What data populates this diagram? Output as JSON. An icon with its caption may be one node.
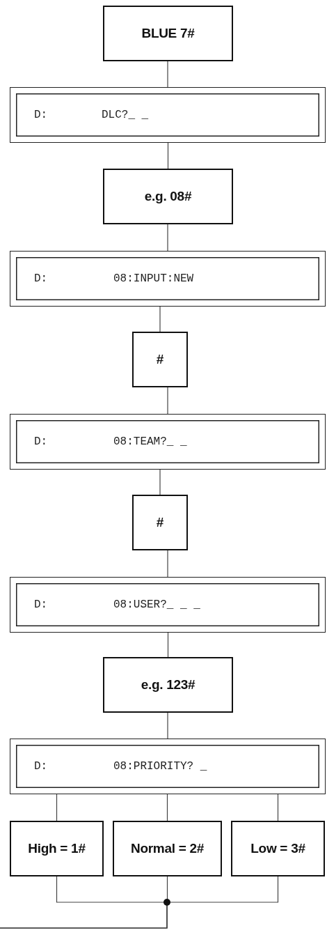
{
  "diagram": {
    "nodes": [
      {
        "text": [
          "BLUE 7#"
        ]
      },
      {
        "text": [
          "D:",
          "DLC?_ _"
        ]
      },
      {
        "text": [
          "e.g. 08#"
        ]
      },
      {
        "text": [
          "D:",
          "08:INPUT:NEW"
        ]
      },
      {
        "text": [
          "#"
        ]
      },
      {
        "text": [
          "D:",
          "08:TEAM?_ _"
        ]
      },
      {
        "text": [
          "#"
        ]
      },
      {
        "text": [
          "D:",
          "08:USER?_ _ _"
        ]
      },
      {
        "text": [
          "e.g. 123#"
        ]
      },
      {
        "text": [
          "D:",
          "08:PRIORITY? _"
        ]
      },
      {
        "text": [
          "High = 1#"
        ]
      },
      {
        "text": [
          "Normal = 2#"
        ]
      },
      {
        "text": [
          "Low = 3#"
        ]
      }
    ],
    "edges": [
      {
        "from": 0,
        "to": 1,
        "arrow": "none"
      },
      {
        "from": 1,
        "to": 2,
        "arrow": "none"
      },
      {
        "from": 2,
        "to": 3,
        "arrow": "none"
      },
      {
        "from": 3,
        "to": 4,
        "arrow": "none"
      },
      {
        "from": 4,
        "to": 5,
        "arrow": "none"
      },
      {
        "from": 5,
        "to": 6,
        "arrow": "none"
      },
      {
        "from": 6,
        "to": 7,
        "arrow": "none"
      },
      {
        "from": 7,
        "to": 8,
        "arrow": "none"
      },
      {
        "from": 8,
        "to": 9,
        "arrow": "none"
      },
      {
        "from": 9,
        "to": 10,
        "arrow": "none"
      },
      {
        "from": 9,
        "to": 11,
        "arrow": "none"
      },
      {
        "from": 9,
        "to": 12,
        "arrow": "none"
      },
      {
        "from": 10,
        "to": null,
        "arrow": "none"
      },
      {
        "from": 11,
        "to": null,
        "arrow": "none"
      },
      {
        "from": 12,
        "to": null,
        "arrow": "none"
      }
    ]
  }
}
